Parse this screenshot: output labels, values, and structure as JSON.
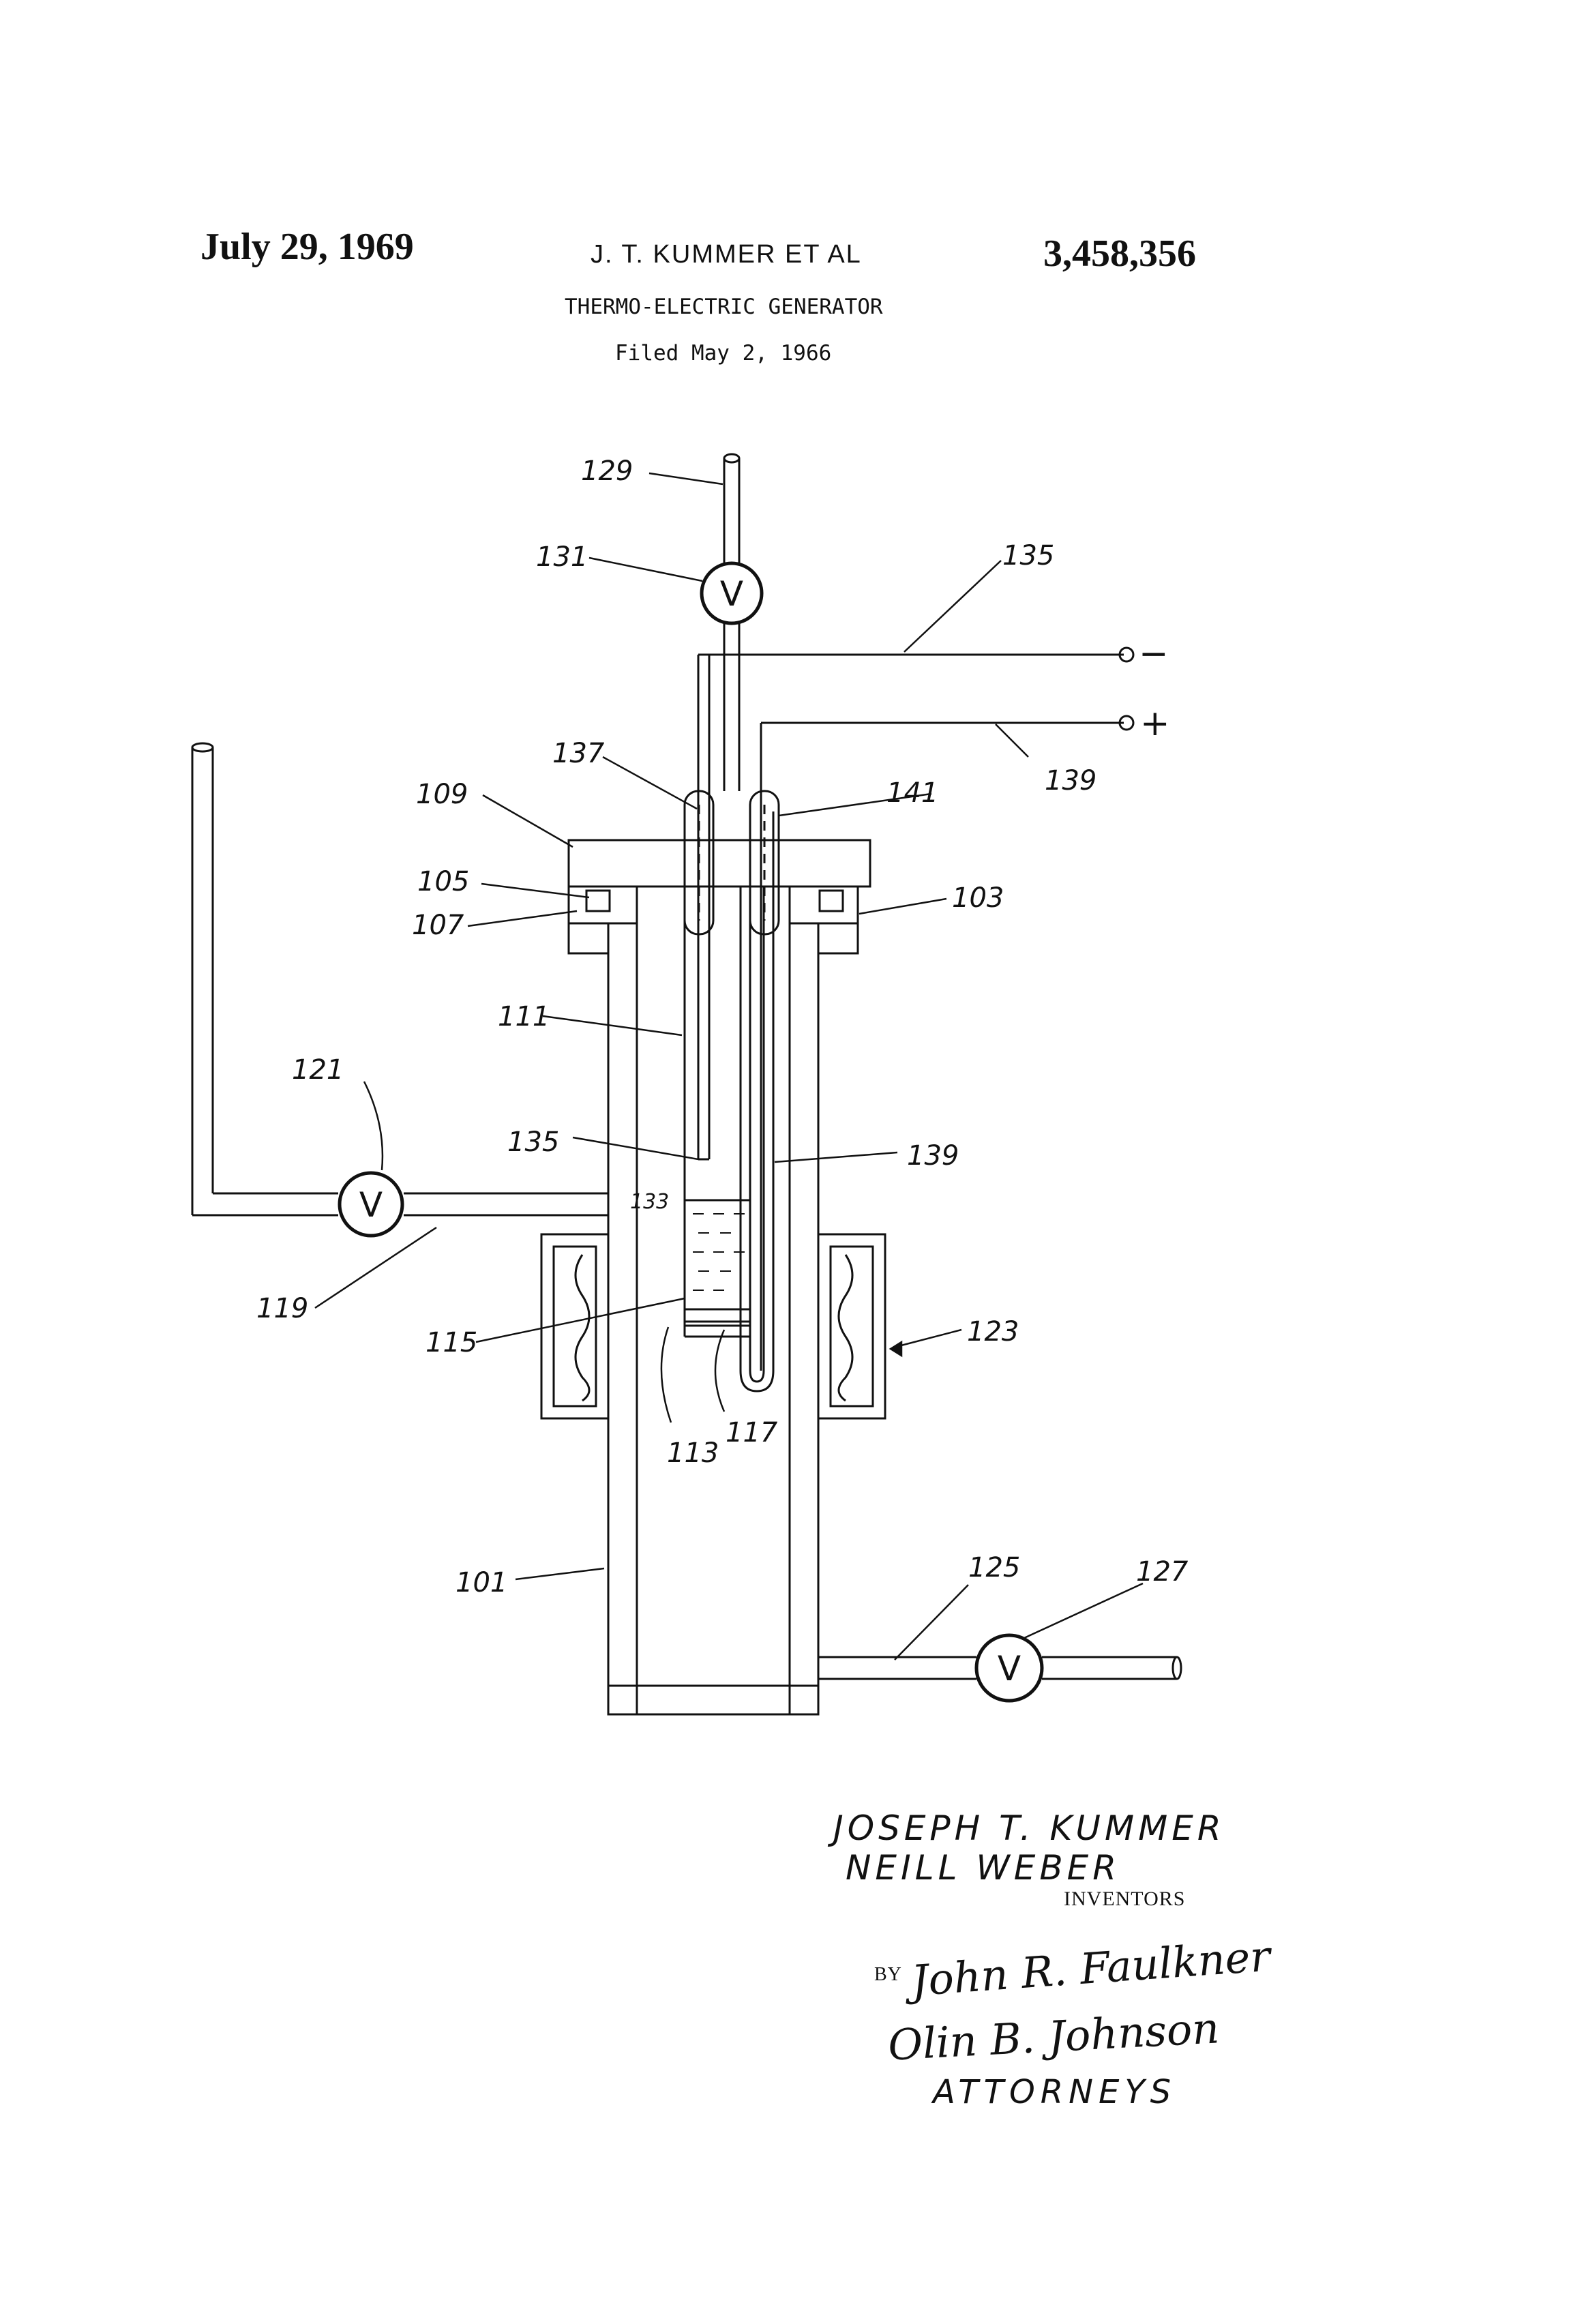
{
  "header": {
    "date": "July 29, 1969",
    "inventor_short": "J. T. KUMMER ET AL",
    "patent_number": "3,458,356",
    "title": "THERMO-ELECTRIC GENERATOR",
    "filed": "Filed May 2, 1966"
  },
  "reference_numerals": {
    "n101": "101",
    "n103": "103",
    "n105": "105",
    "n107": "107",
    "n109": "109",
    "n111": "111",
    "n113": "113",
    "n115": "115",
    "n117": "117",
    "n119": "119",
    "n121": "121",
    "n123": "123",
    "n125": "125",
    "n127": "127",
    "n129": "129",
    "n131": "131",
    "n133": "133",
    "n135a": "135",
    "n135b": "135",
    "n137": "137",
    "n139a": "139",
    "n139b": "139",
    "n141": "141"
  },
  "terminals": {
    "negative": "−",
    "positive": "+"
  },
  "valve_symbol": "V",
  "inventors": {
    "name_1": "JOSEPH T. KUMMER",
    "name_2": "NEILL WEBER",
    "caption": "INVENTORS"
  },
  "attorneys": {
    "by": "BY",
    "signature_1": "John R. Faulkner",
    "signature_2": "Olin B. Johnson",
    "caption": "ATTORNEYS"
  },
  "icons": [
    "valve-icon",
    "heater-coil-icon",
    "sealing-ring-icon"
  ]
}
